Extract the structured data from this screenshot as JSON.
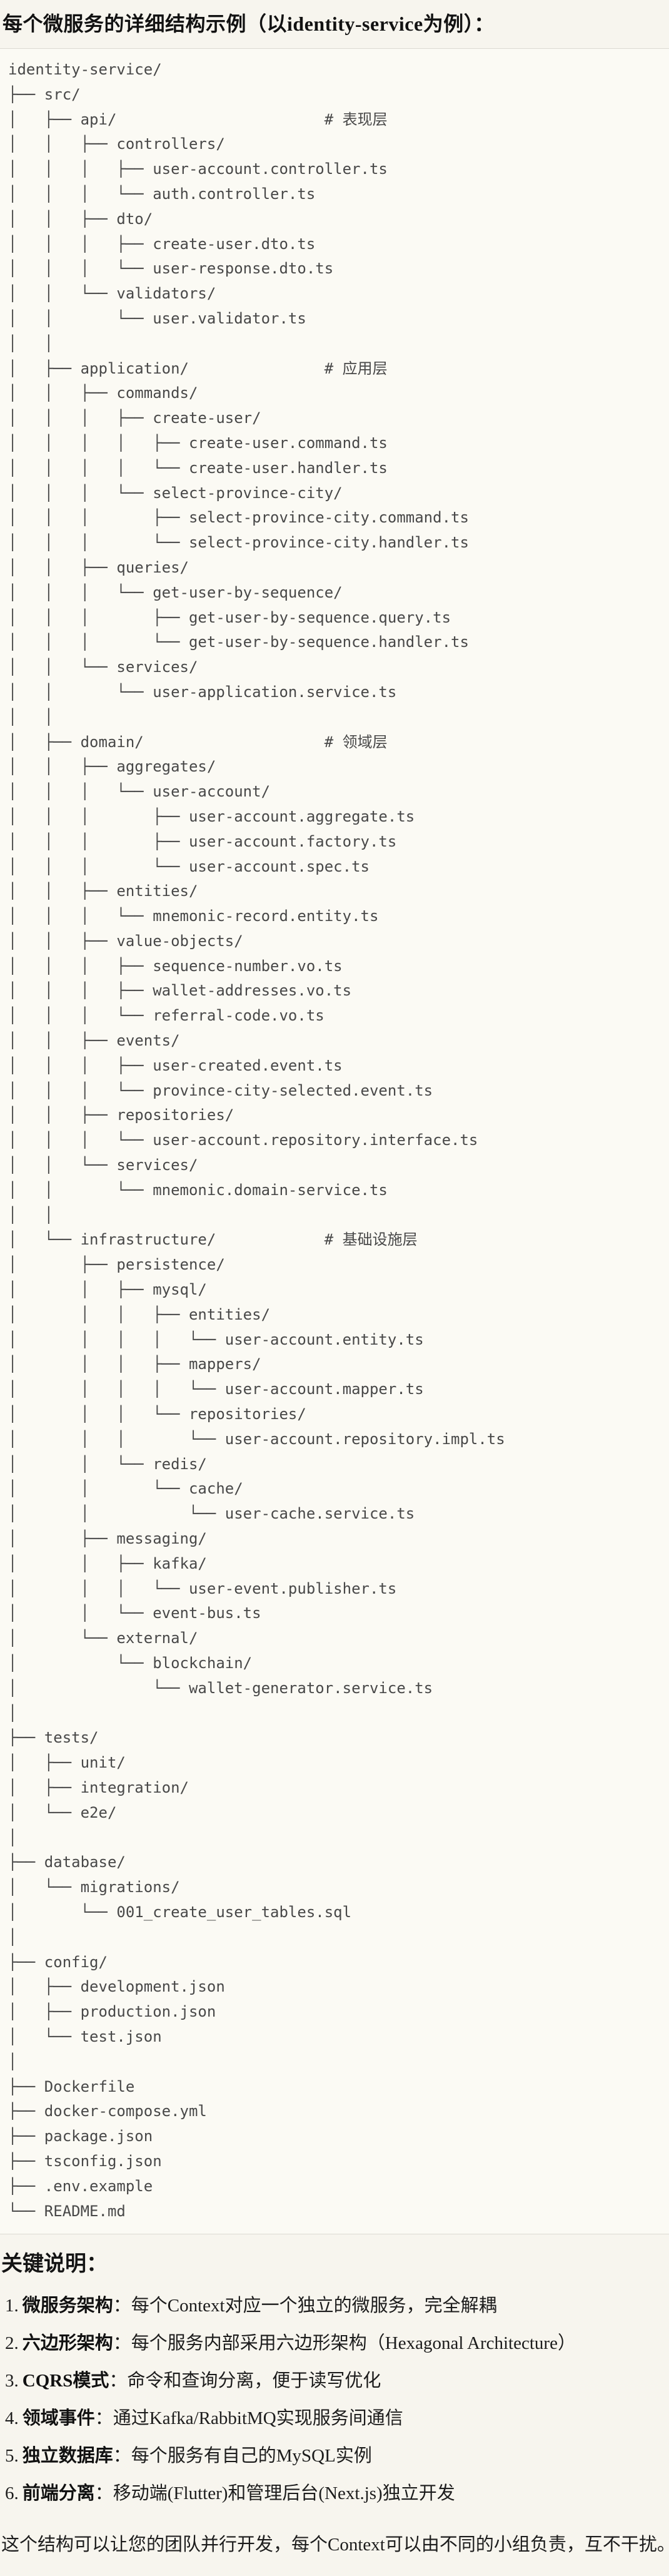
{
  "title": "每个微服务的详细结构示例（以identity-service为例）：",
  "colors": {
    "page_background": "#f7f5ee",
    "code_background": "#fbfaf4",
    "code_border": "#dcdad2",
    "code_text": "#484848",
    "body_text": "#1c1c1c"
  },
  "tree": {
    "lines": [
      "identity-service/",
      "├── src/",
      "│   ├── api/                       # 表现层",
      "│   │   ├── controllers/",
      "│   │   │   ├── user-account.controller.ts",
      "│   │   │   └── auth.controller.ts",
      "│   │   ├── dto/",
      "│   │   │   ├── create-user.dto.ts",
      "│   │   │   └── user-response.dto.ts",
      "│   │   └── validators/",
      "│   │       └── user.validator.ts",
      "│   │",
      "│   ├── application/               # 应用层",
      "│   │   ├── commands/",
      "│   │   │   ├── create-user/",
      "│   │   │   │   ├── create-user.command.ts",
      "│   │   │   │   └── create-user.handler.ts",
      "│   │   │   └── select-province-city/",
      "│   │   │       ├── select-province-city.command.ts",
      "│   │   │       └── select-province-city.handler.ts",
      "│   │   ├── queries/",
      "│   │   │   └── get-user-by-sequence/",
      "│   │   │       ├── get-user-by-sequence.query.ts",
      "│   │   │       └── get-user-by-sequence.handler.ts",
      "│   │   └── services/",
      "│   │       └── user-application.service.ts",
      "│   │",
      "│   ├── domain/                    # 领域层",
      "│   │   ├── aggregates/",
      "│   │   │   └── user-account/",
      "│   │   │       ├── user-account.aggregate.ts",
      "│   │   │       ├── user-account.factory.ts",
      "│   │   │       └── user-account.spec.ts",
      "│   │   ├── entities/",
      "│   │   │   └── mnemonic-record.entity.ts",
      "│   │   ├── value-objects/",
      "│   │   │   ├── sequence-number.vo.ts",
      "│   │   │   ├── wallet-addresses.vo.ts",
      "│   │   │   └── referral-code.vo.ts",
      "│   │   ├── events/",
      "│   │   │   ├── user-created.event.ts",
      "│   │   │   └── province-city-selected.event.ts",
      "│   │   ├── repositories/",
      "│   │   │   └── user-account.repository.interface.ts",
      "│   │   └── services/",
      "│   │       └── mnemonic.domain-service.ts",
      "│   │",
      "│   └── infrastructure/            # 基础设施层",
      "│       ├── persistence/",
      "│       │   ├── mysql/",
      "│       │   │   ├── entities/",
      "│       │   │   │   └── user-account.entity.ts",
      "│       │   │   ├── mappers/",
      "│       │   │   │   └── user-account.mapper.ts",
      "│       │   │   └── repositories/",
      "│       │   │       └── user-account.repository.impl.ts",
      "│       │   └── redis/",
      "│       │       └── cache/",
      "│       │           └── user-cache.service.ts",
      "│       ├── messaging/",
      "│       │   ├── kafka/",
      "│       │   │   └── user-event.publisher.ts",
      "│       │   └── event-bus.ts",
      "│       └── external/",
      "│           └── blockchain/",
      "│               └── wallet-generator.service.ts",
      "│",
      "├── tests/",
      "│   ├── unit/",
      "│   ├── integration/",
      "│   └── e2e/",
      "│",
      "├── database/",
      "│   └── migrations/",
      "│       └── 001_create_user_tables.sql",
      "│",
      "├── config/",
      "│   ├── development.json",
      "│   ├── production.json",
      "│   └── test.json",
      "│",
      "├── Dockerfile",
      "├── docker-compose.yml",
      "├── package.json",
      "├── tsconfig.json",
      "├── .env.example",
      "└── README.md"
    ]
  },
  "notes": {
    "heading": "关键说明：",
    "items": [
      {
        "num": "1.",
        "term": "微服务架构",
        "desc": "：每个Context对应一个独立的微服务，完全解耦"
      },
      {
        "num": "2.",
        "term": "六边形架构",
        "desc": "：每个服务内部采用六边形架构（Hexagonal Architecture）"
      },
      {
        "num": "3.",
        "term": "CQRS模式",
        "desc": "：命令和查询分离，便于读写优化"
      },
      {
        "num": "4.",
        "term": "领域事件",
        "desc": "：通过Kafka/RabbitMQ实现服务间通信"
      },
      {
        "num": "5.",
        "term": "独立数据库",
        "desc": "：每个服务有自己的MySQL实例"
      },
      {
        "num": "6.",
        "term": "前端分离",
        "desc": "：移动端(Flutter)和管理后台(Next.js)独立开发"
      }
    ],
    "closing": "这个结构可以让您的团队并行开发，每个Context可以由不同的小组负责，互不干扰。"
  }
}
